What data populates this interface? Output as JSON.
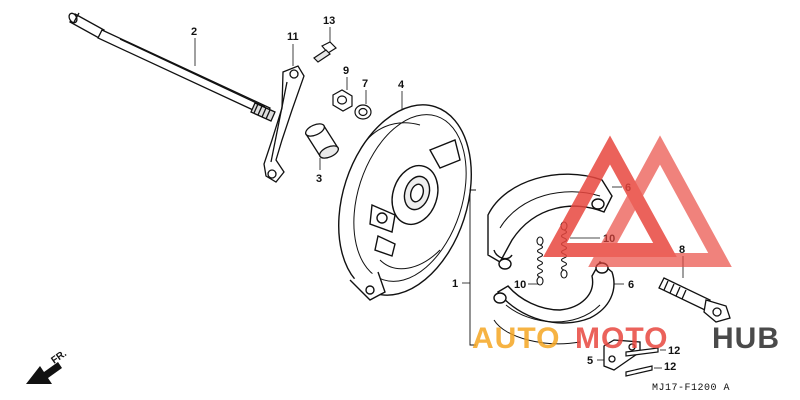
{
  "callouts": {
    "c2": "2",
    "c11": "11",
    "c13": "13",
    "c9": "9",
    "c7": "7",
    "c4": "4",
    "c3": "3",
    "c6a": "6",
    "c6b": "6",
    "c10a": "10",
    "c10b": "10",
    "c8": "8",
    "c1": "1",
    "c5": "5",
    "c12a": "12",
    "c12b": "12"
  },
  "diagram_code": "MJ17-F1200 A",
  "direction_label": "FR.",
  "watermark": {
    "brand_part1": "AUTO",
    "brand_part2": "MOTO",
    "brand_part3": "HUB",
    "orange_color": "#f5a623",
    "red_color": "#e8473f",
    "dark_color": "#2b2b2b"
  }
}
